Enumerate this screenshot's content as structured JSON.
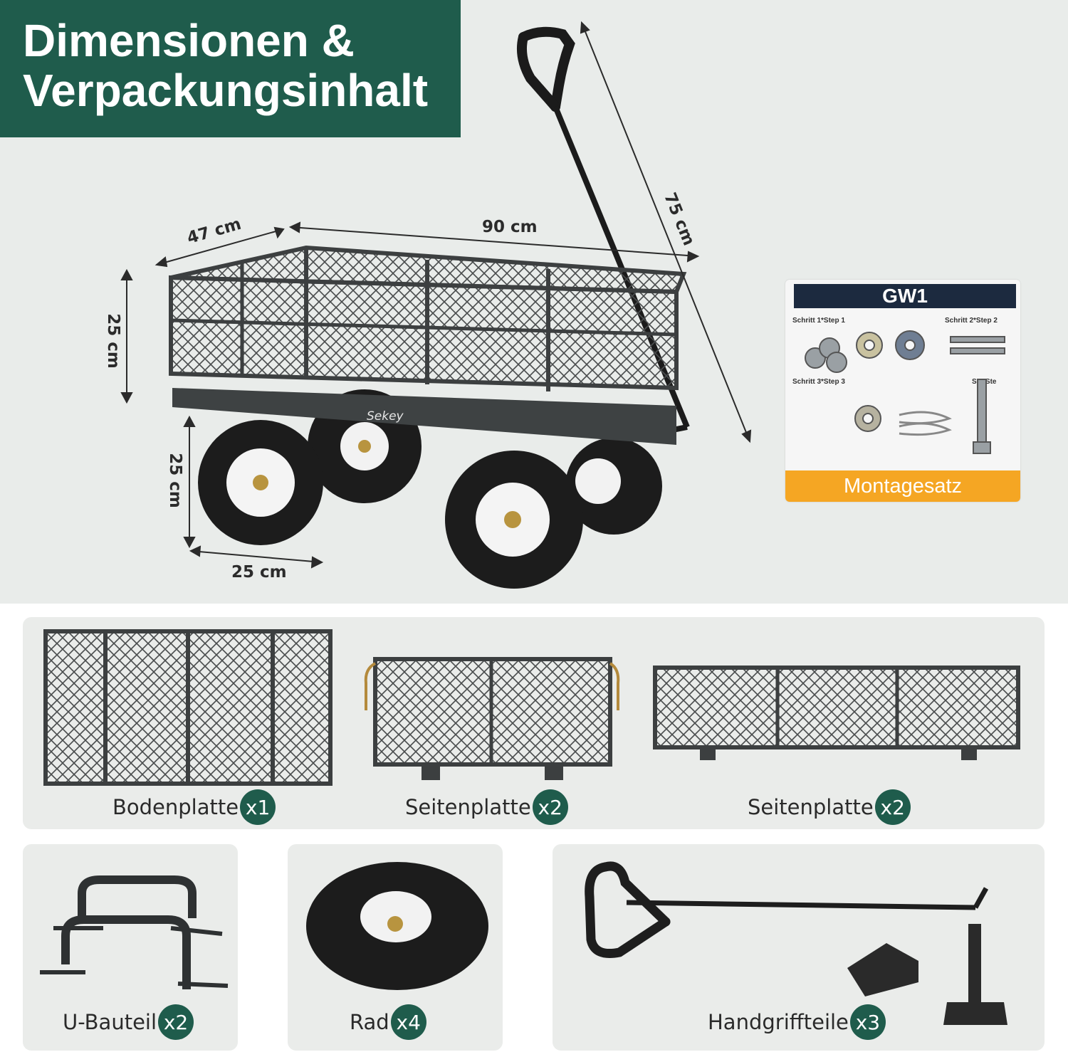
{
  "title": {
    "line1": "Dimensionen &",
    "line2": "Verpackungsinhalt"
  },
  "dimensions": {
    "width": "47 cm",
    "length": "90 cm",
    "handle": "75 cm",
    "side_height": "25 cm",
    "wheel_height": "25 cm",
    "wheel_width": "25 cm"
  },
  "brand": "Sekey",
  "kit": {
    "code": "GW1",
    "step1": "Schritt 1*Step 1",
    "step2": "Schritt 2*Step 2",
    "step3": "Schritt 3*Step 3",
    "step4": "Sc *Ste",
    "label": "Montagesatz"
  },
  "parts": [
    {
      "name": "Bodenplatte",
      "qty": "x1"
    },
    {
      "name": "Seitenplatte",
      "qty": "x2"
    },
    {
      "name": "Seitenplatte",
      "qty": "x2"
    },
    {
      "name": "U-Bauteil",
      "qty": "x2"
    },
    {
      "name": "Rad",
      "qty": "x4"
    },
    {
      "name": "Handgriffteile",
      "qty": "x3"
    }
  ],
  "colors": {
    "brand_green": "#1f5c4c",
    "accent_orange": "#f5a623",
    "frame_gray": "#3c3f40"
  }
}
